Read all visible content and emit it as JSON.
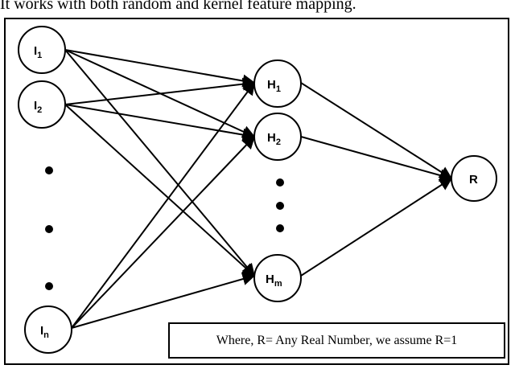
{
  "top_caption": "It works with both random and kernel feature mapping.",
  "note": "Where, R= Any Real Number, we assume R=1",
  "nodes": {
    "i1": {
      "main": "I",
      "sub": "1"
    },
    "i2": {
      "main": "I",
      "sub": "2"
    },
    "in": {
      "main": "I",
      "sub": "n"
    },
    "h1": {
      "main": "H",
      "sub": "1"
    },
    "h2": {
      "main": "H",
      "sub": "2"
    },
    "hm": {
      "main": "H",
      "sub": "m"
    },
    "r": {
      "main": "R",
      "sub": ""
    }
  }
}
